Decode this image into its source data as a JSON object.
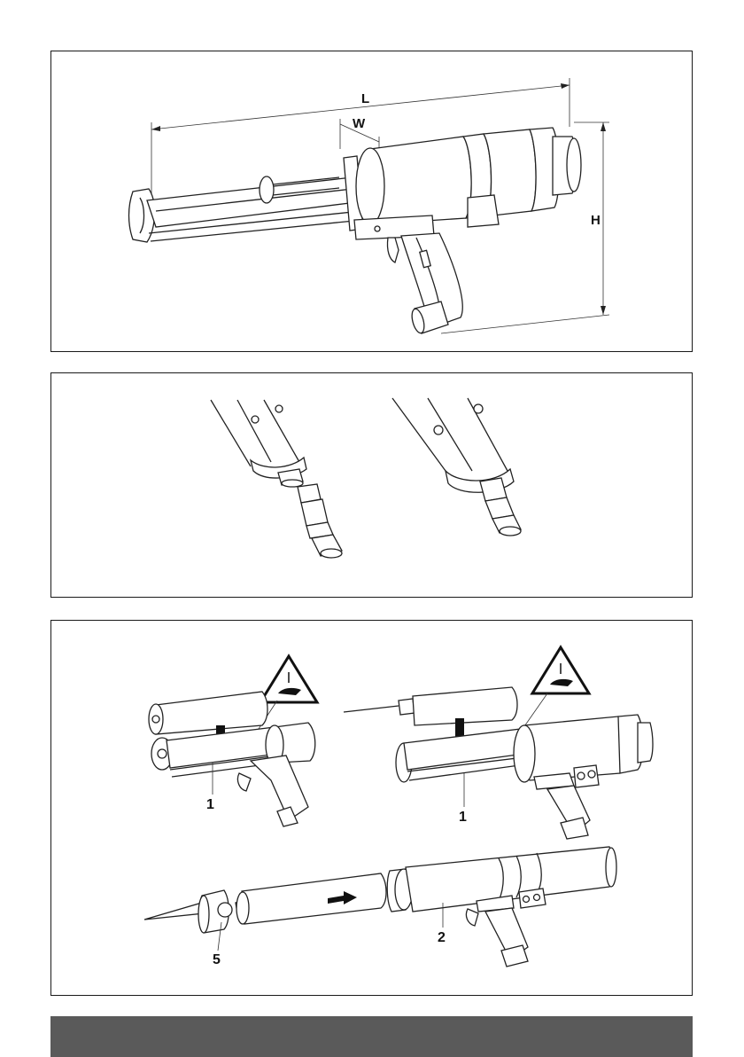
{
  "figure1": {
    "dim_length": "L",
    "dim_width": "W",
    "dim_height": "H"
  },
  "figure3": {
    "callout_1_left": "1",
    "callout_1_right": "1",
    "callout_2": "2",
    "callout_5": "5"
  },
  "colors": {
    "line": "#222222",
    "footer": "#5a5a5a",
    "warning_triangle": "#ffffff"
  }
}
